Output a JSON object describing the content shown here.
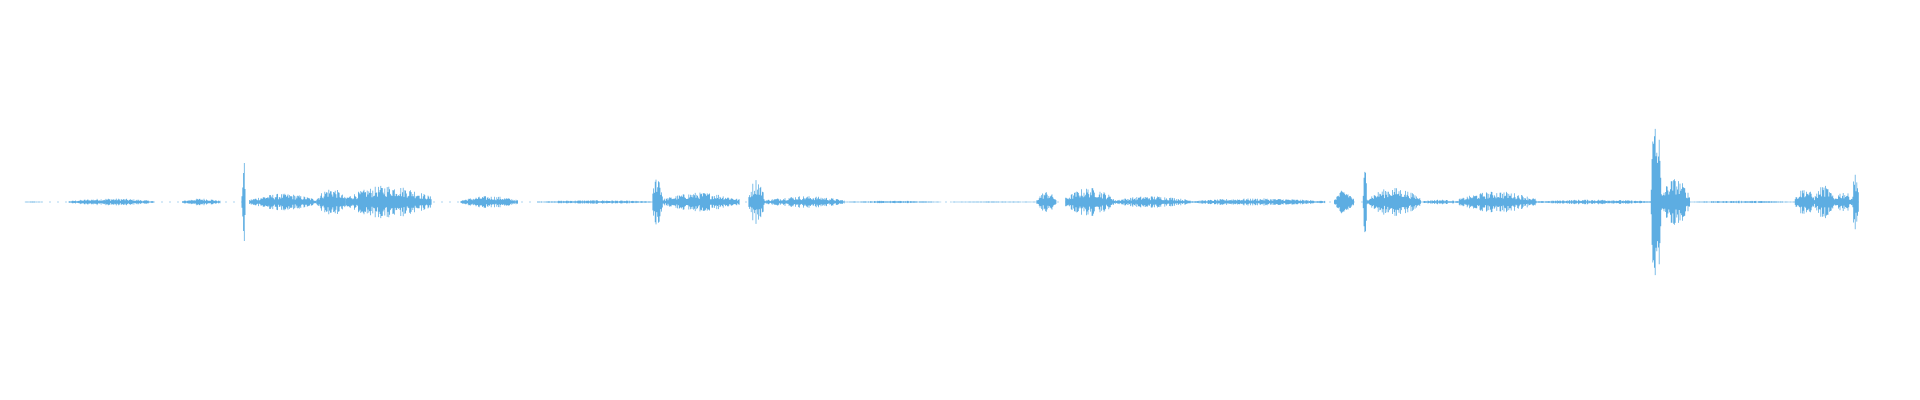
{
  "waveform": {
    "color": "#5DADE2",
    "background": "#ffffff",
    "amplitude_scale": 1.0,
    "segments": [
      {
        "start": 0.013,
        "end": 0.022,
        "amp": 0.005
      },
      {
        "start": 0.036,
        "end": 0.08,
        "amp": 0.03
      },
      {
        "start": 0.095,
        "end": 0.115,
        "amp": 0.03
      },
      {
        "start": 0.126,
        "end": 0.128,
        "amp": 0.35
      },
      {
        "start": 0.13,
        "end": 0.165,
        "amp": 0.07
      },
      {
        "start": 0.165,
        "end": 0.18,
        "amp": 0.12
      },
      {
        "start": 0.18,
        "end": 0.225,
        "amp": 0.14
      },
      {
        "start": 0.24,
        "end": 0.27,
        "amp": 0.05
      },
      {
        "start": 0.28,
        "end": 0.34,
        "amp": 0.015
      },
      {
        "start": 0.34,
        "end": 0.345,
        "amp": 0.25
      },
      {
        "start": 0.345,
        "end": 0.385,
        "amp": 0.08
      },
      {
        "start": 0.39,
        "end": 0.398,
        "amp": 0.2
      },
      {
        "start": 0.398,
        "end": 0.44,
        "amp": 0.05
      },
      {
        "start": 0.44,
        "end": 0.49,
        "amp": 0.01
      },
      {
        "start": 0.495,
        "end": 0.54,
        "amp": 0.005
      },
      {
        "start": 0.54,
        "end": 0.55,
        "amp": 0.09
      },
      {
        "start": 0.555,
        "end": 0.58,
        "amp": 0.12
      },
      {
        "start": 0.58,
        "end": 0.62,
        "amp": 0.05
      },
      {
        "start": 0.62,
        "end": 0.69,
        "amp": 0.03
      },
      {
        "start": 0.695,
        "end": 0.705,
        "amp": 0.1
      },
      {
        "start": 0.71,
        "end": 0.712,
        "amp": 0.3
      },
      {
        "start": 0.712,
        "end": 0.74,
        "amp": 0.12
      },
      {
        "start": 0.74,
        "end": 0.76,
        "amp": 0.02
      },
      {
        "start": 0.76,
        "end": 0.8,
        "amp": 0.09
      },
      {
        "start": 0.8,
        "end": 0.86,
        "amp": 0.02
      },
      {
        "start": 0.86,
        "end": 0.865,
        "amp": 0.9
      },
      {
        "start": 0.865,
        "end": 0.88,
        "amp": 0.2
      },
      {
        "start": 0.88,
        "end": 0.935,
        "amp": 0.01
      },
      {
        "start": 0.935,
        "end": 0.945,
        "amp": 0.12
      },
      {
        "start": 0.945,
        "end": 0.955,
        "amp": 0.14
      },
      {
        "start": 0.955,
        "end": 0.965,
        "amp": 0.09
      },
      {
        "start": 0.965,
        "end": 0.968,
        "amp": 0.3
      }
    ]
  }
}
